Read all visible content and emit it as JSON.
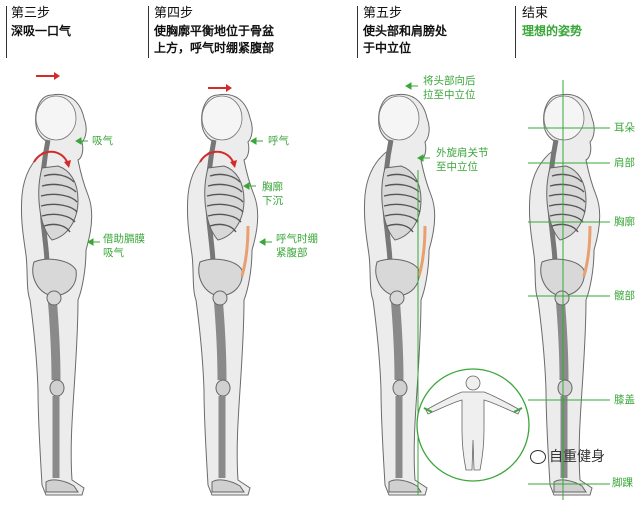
{
  "panels": [
    {
      "title": "第三步",
      "desc": [
        "深吸一口气"
      ],
      "desc_green": false,
      "annotations": [
        "吸气",
        "借助膈膜\n吸气"
      ]
    },
    {
      "title": "第四步",
      "desc": [
        "使胸廓平衡地位于骨盆",
        "上方，呼气时绷紧腹部"
      ],
      "desc_green": false,
      "annotations": [
        "呼气",
        "胸廓\n下沉",
        "呼气时绷\n紧腹部"
      ]
    },
    {
      "title": "第五步",
      "desc": [
        "使头部和肩膀处",
        "于中立位"
      ],
      "desc_green": false,
      "annotations": [
        "将头部向后\n拉至中立位",
        "外旋肩关节\n至中立位"
      ]
    },
    {
      "title": "结束",
      "desc": [
        "理想的姿势"
      ],
      "desc_green": true,
      "annotations": [
        "耳朵",
        "肩部",
        "胸廓",
        "髋部",
        "膝盖",
        "脚踝"
      ]
    }
  ],
  "watermark": "自重健身",
  "colors": {
    "accent_green": "#3aa63a",
    "arrow_red": "#d42a2a",
    "body_gray": "#e6e6e6",
    "bone_gray": "#8a8a8a",
    "muscle": "#e8a070"
  }
}
